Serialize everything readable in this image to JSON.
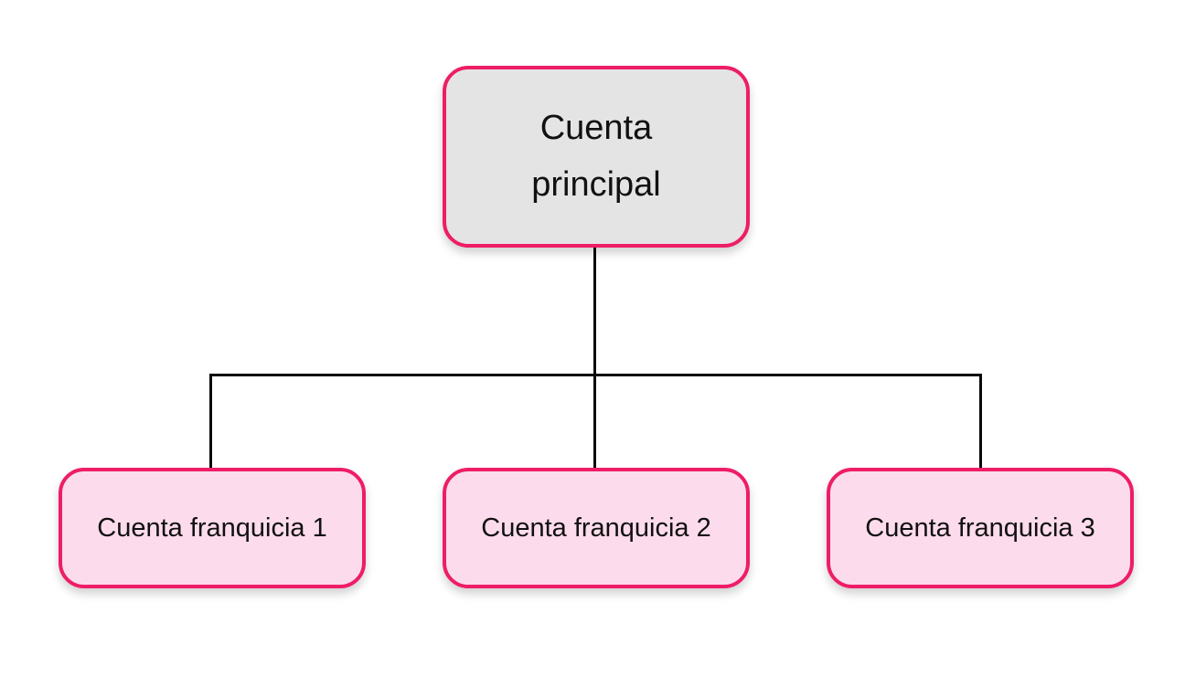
{
  "diagram": {
    "type": "org-chart",
    "root": {
      "label": "Cuenta principal"
    },
    "children": [
      {
        "label": "Cuenta franquicia 1"
      },
      {
        "label": "Cuenta franquicia 2"
      },
      {
        "label": "Cuenta franquicia 3"
      }
    ],
    "colors": {
      "border_pink": "#ee1d66",
      "root_fill": "#e4e4e4",
      "child_fill": "#fcdcec",
      "connector": "#0a0a0a",
      "text": "#111111",
      "background": "#ffffff"
    }
  }
}
